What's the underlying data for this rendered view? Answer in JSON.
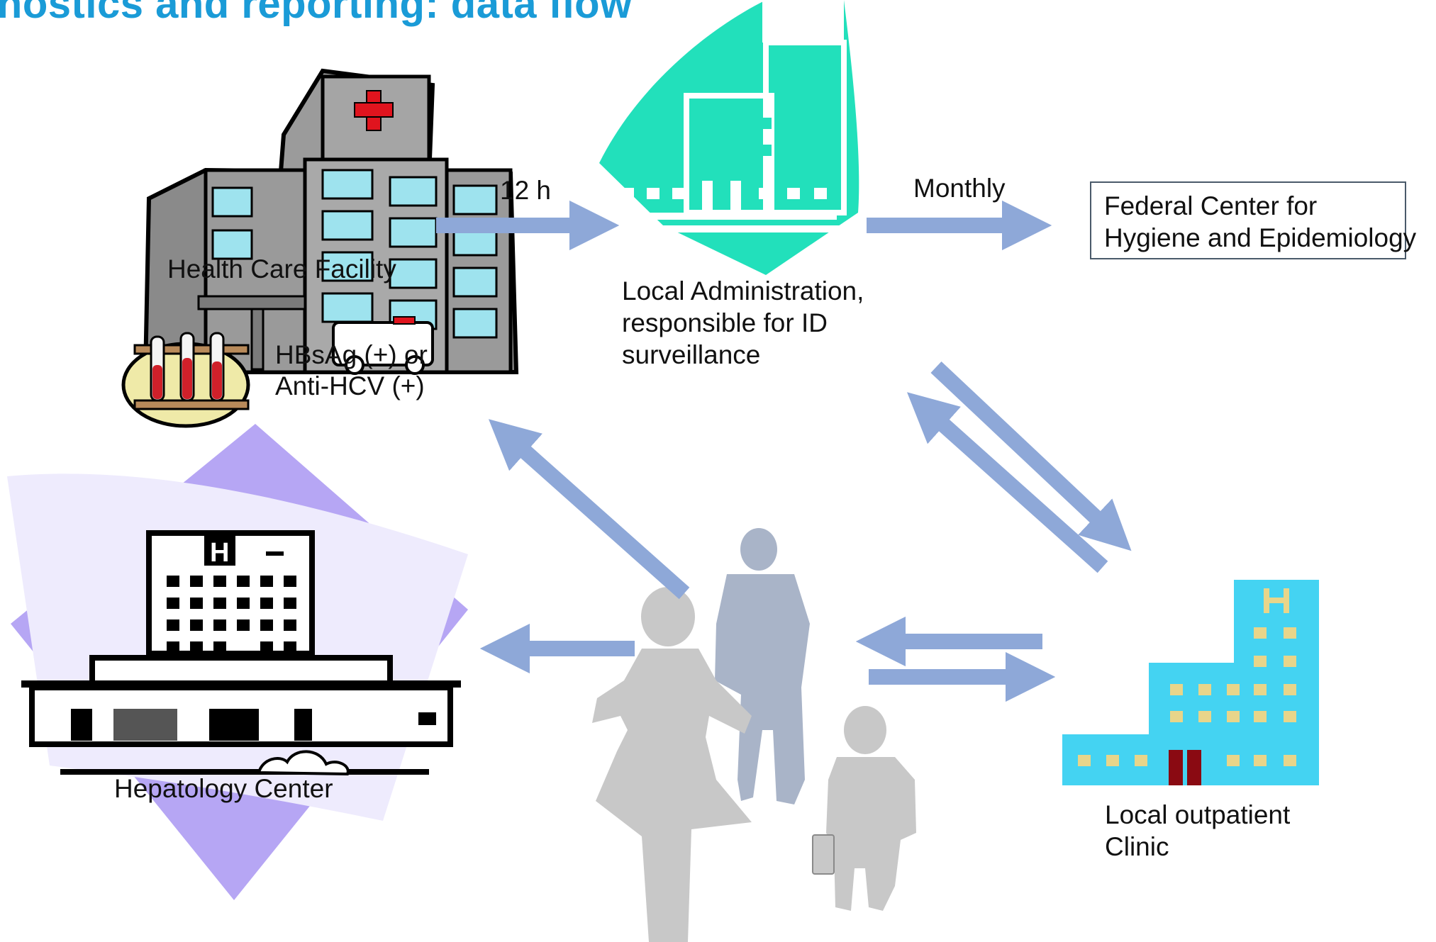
{
  "title": "gnostics and reporting: data flow",
  "nodes": {
    "health_care_facility": "Health Care Facility",
    "test_result_line1": "HBsAg (+) or",
    "test_result_line2": "Anti-HCV (+)",
    "local_admin_line1": "Local Administration,",
    "local_admin_line2": "responsible for ID",
    "local_admin_line3": "surveillance",
    "federal_center_line1": "Federal Center for",
    "federal_center_line2": "Hygiene and Epidemiology",
    "hepatology_center": "Hepatology Center",
    "outpatient_line1": "Local outpatient",
    "outpatient_line2": "Clinic"
  },
  "edges": {
    "to_admin_timing": "12 h",
    "to_federal_timing": "Monthly"
  },
  "icons": {
    "hospital_main": "hospital-building-icon",
    "test_tubes": "test-tubes-icon",
    "ambulance": "ambulance-icon",
    "admin_building": "admin-building-icon",
    "hepatology_building": "hospital-h-building-icon",
    "clinic_building": "clinic-building-icon",
    "family": "family-silhouette-icon"
  },
  "colors": {
    "title": "#1a9bd7",
    "arrow": "#8ea8d8",
    "admin_bg": "#22e0bb",
    "clinic": "#44d3f2",
    "hepatology_bg": "#b6a6f4",
    "silhouette_gray": "#c8c8c8",
    "silhouette_blue": "#a9b4c8"
  }
}
